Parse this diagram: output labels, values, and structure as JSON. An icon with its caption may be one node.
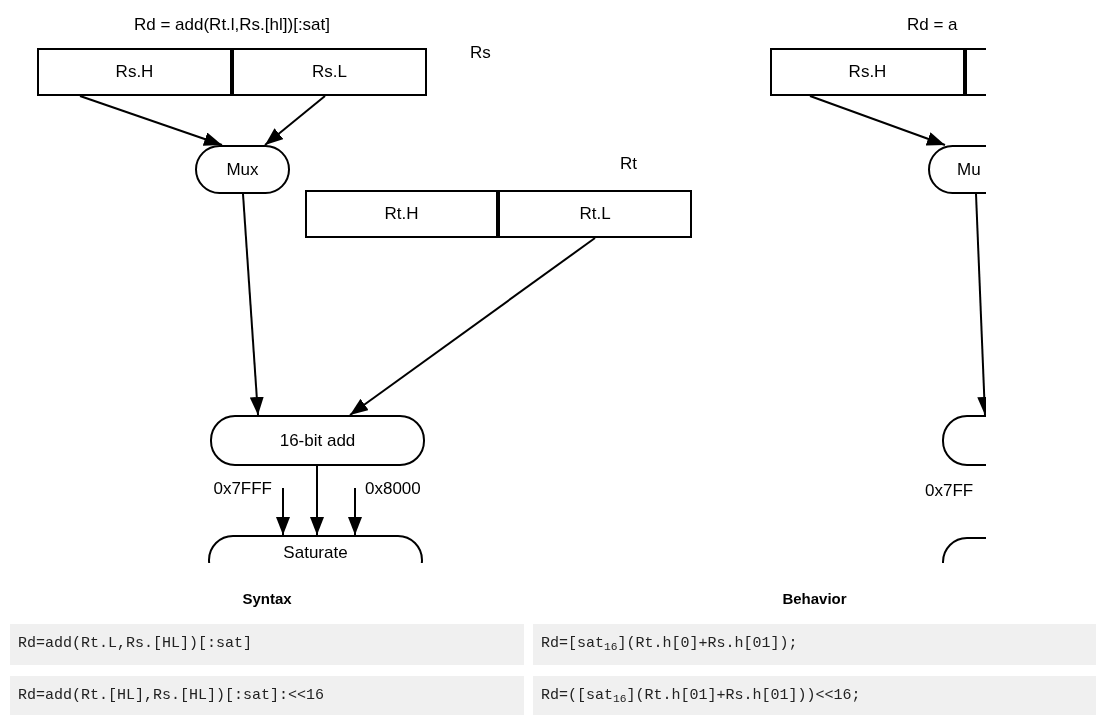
{
  "diagram": {
    "nodes": [
      {
        "text": [
          "Rs.H"
        ]
      },
      {
        "text": [
          "Rs.L"
        ]
      },
      {
        "text": [
          "Mux"
        ]
      },
      {
        "text": [
          "Rt.H"
        ]
      },
      {
        "text": [
          "Rt.L"
        ]
      },
      {
        "text": [
          "16-bit add"
        ]
      },
      {
        "text": [
          "0x7FFF"
        ]
      },
      {
        "text": [
          "0x8000"
        ]
      },
      {
        "text": [
          "Saturate"
        ]
      },
      {
        "text": [
          "Rs.H"
        ]
      },
      {
        "text": [],
        "shape": "box"
      },
      {
        "text": [
          "Mu"
        ]
      },
      {
        "text": [],
        "shape": "pill"
      },
      {
        "text": [],
        "shape": "pill"
      }
    ],
    "edges": [
      {
        "from": 0,
        "to": 2,
        "arrow": "to"
      },
      {
        "from": 1,
        "to": 2,
        "arrow": "to"
      },
      {
        "from": 2,
        "to": 5,
        "arrow": "to"
      },
      {
        "from": 4,
        "to": 5,
        "arrow": "to"
      },
      {
        "from": 5,
        "to": 8,
        "arrow": "to"
      },
      {
        "from": 6,
        "to": 8,
        "arrow": "to"
      },
      {
        "from": 7,
        "to": 8,
        "arrow": "to"
      },
      {
        "from": 9,
        "to": 11,
        "arrow": "to"
      },
      {
        "from": 11,
        "to": 12,
        "arrow": "to"
      }
    ],
    "labels": [
      "Rd = add(Rt.l,Rs.[hl])[:sat]",
      "Rs",
      "Rt",
      "Rd = a",
      "0x7FF",
      "Syntax",
      "Behavior",
      "Rd=add(Rt.L,Rs.[HL])[:sat]",
      "Rd=[sat$_{16}$](Rt.h[0]+Rs.h[01]);",
      "Rd=add(Rt.[HL],Rs.[HL])[:sat]:<<16",
      "Rd=([sat$_{16}$](Rt.h[01]+Rs.h[01]))<<16;"
    ]
  }
}
